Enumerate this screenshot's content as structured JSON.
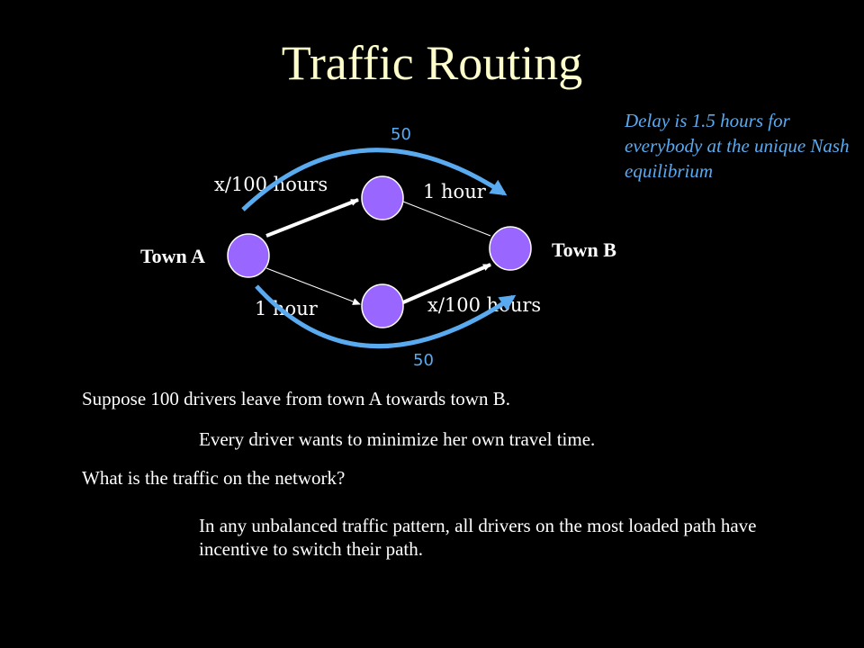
{
  "slide": {
    "title": "Traffic Routing",
    "nodes": {
      "town_a": "Town A",
      "town_b": "Town B"
    },
    "edges": {
      "upper_left": "x/100 hours",
      "upper_right": "1 hour",
      "lower_left": "1 hour",
      "lower_right": "x/100 hours"
    },
    "flows": {
      "upper": "50",
      "lower": "50"
    },
    "note": "Delay is 1.5 hours for everybody at the unique Nash equilibrium",
    "text_1": "Suppose 100 drivers leave from town A towards town B.",
    "text_2": "Every driver wants to minimize her own travel time.",
    "text_3": "What is the traffic on the network?",
    "text_4": "In any unbalanced traffic pattern, all drivers on the most loaded path have incentive to switch their path."
  },
  "colors": {
    "background": "#000000",
    "title": "#ffffcc",
    "node_fill": "#9966ff",
    "flow_arrow": "#5aaaf0",
    "text": "#ffffff"
  }
}
